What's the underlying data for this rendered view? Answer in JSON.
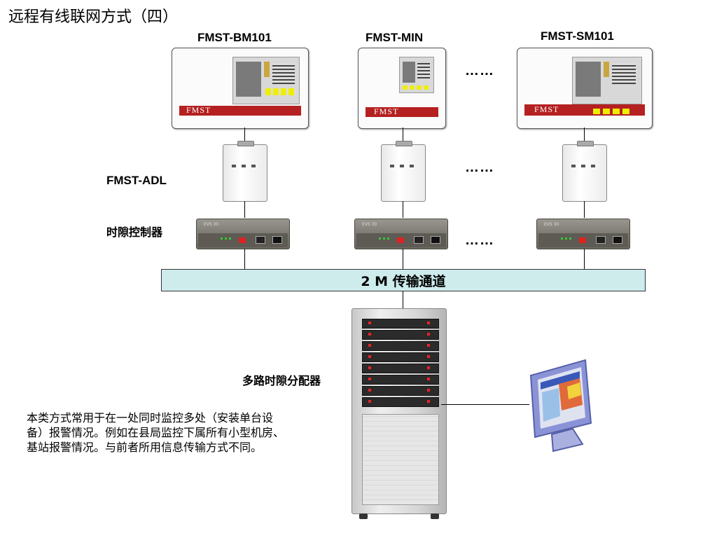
{
  "title": "远程有线联网方式（四）",
  "devices": {
    "bm101": {
      "label": "FMST-BM101",
      "brand": "FMST"
    },
    "min": {
      "label": "FMST-MIN",
      "brand": "FMST"
    },
    "sm101": {
      "label": "FMST-SM101",
      "brand": "FMST"
    }
  },
  "ellipsis": "……",
  "adl_label": "FMST-ADL",
  "controller_label": "时隙控制器",
  "controller_brand": "EVS 30",
  "channel_label": "2 M 传输通道",
  "distributor_label": "多路时隙分配器",
  "description": "本类方式常用于在一处同时监控多处（安装单台设备）报警情况。例如在县局监控下属所有小型机房、基站报警情况。与前者所用信息传输方式不同。",
  "colors": {
    "channel_fill": "#cfeced",
    "brand_red": "#b52020",
    "monitor_blue": "#7b86c9"
  },
  "icons": [
    "fmst-panel-icon",
    "adl-module-icon",
    "controller-icon",
    "rack-cabinet-icon",
    "monitor-icon"
  ]
}
